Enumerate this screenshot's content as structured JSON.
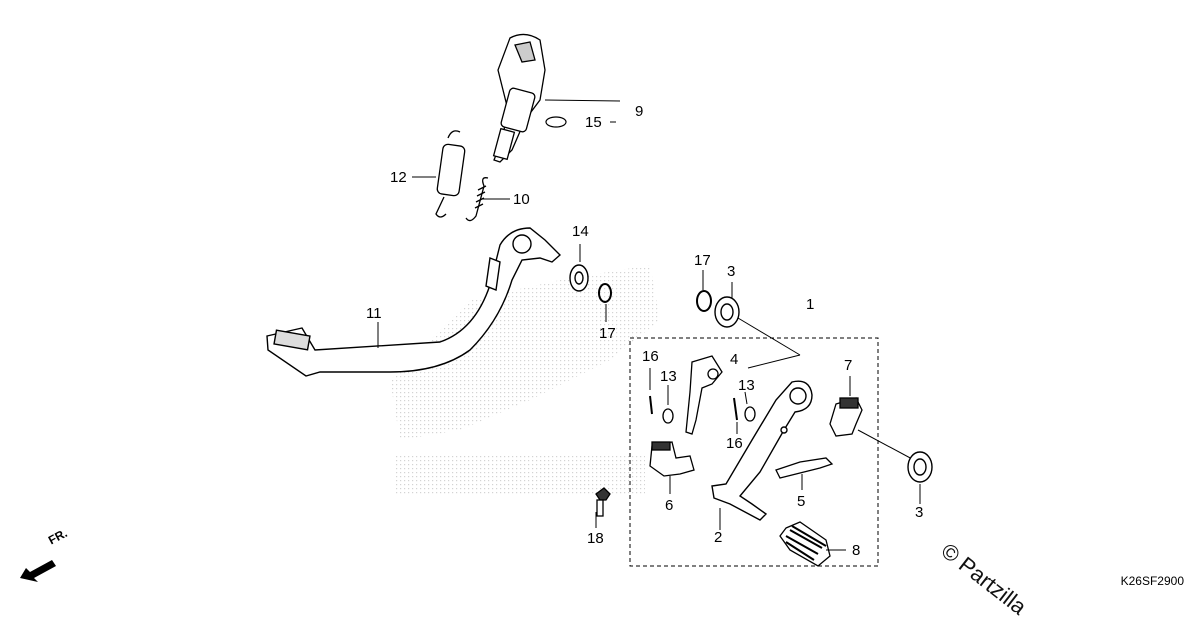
{
  "labels": {
    "l1": "1",
    "l2": "2",
    "l3a": "3",
    "l3b": "3",
    "l4": "4",
    "l5": "5",
    "l6": "6",
    "l7": "7",
    "l8": "8",
    "l9": "9",
    "l10": "10",
    "l11": "11",
    "l12": "12",
    "l13a": "13",
    "l13b": "13",
    "l14": "14",
    "l15": "15",
    "l16a": "16",
    "l16b": "16",
    "l17a": "17",
    "l17b": "17",
    "l18": "18"
  },
  "diagram_code": "K26SF2900",
  "watermark": "© Partzilla",
  "front_marker": "FR."
}
